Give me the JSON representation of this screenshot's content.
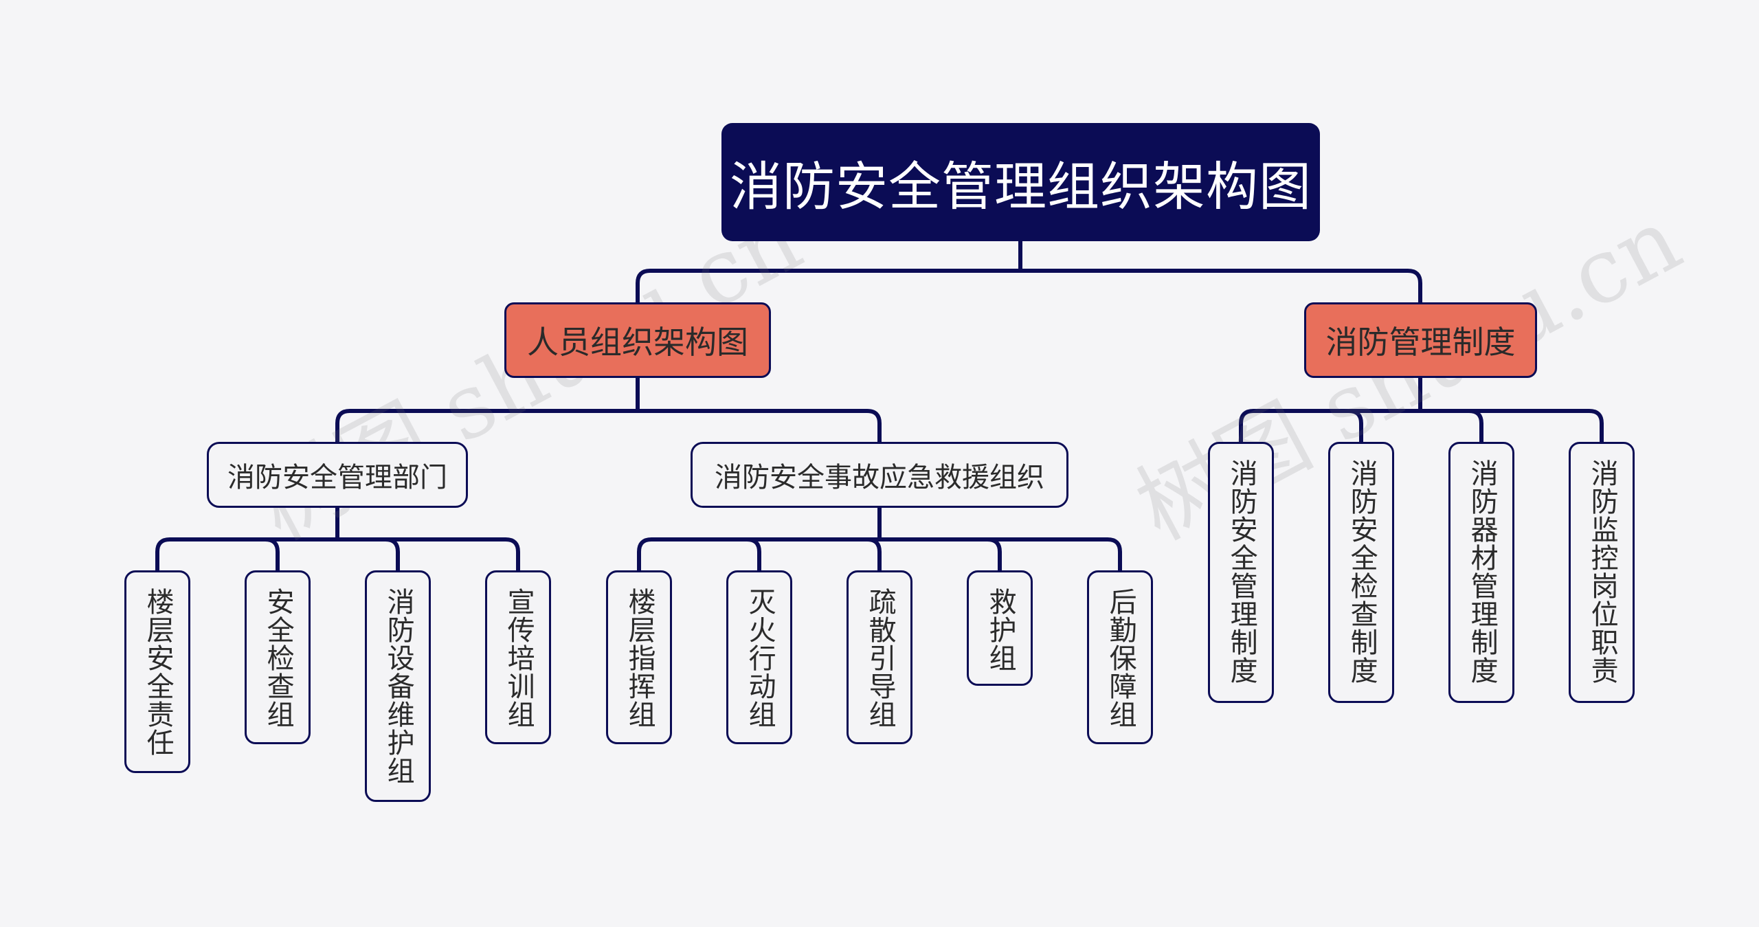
{
  "diagram": {
    "root": "消防安全管理组织架构图",
    "branches": [
      {
        "label": "人员组织架构图",
        "children": [
          {
            "label": "消防安全管理部门",
            "children": [
              "楼层安全责任",
              "安全检查组",
              "消防设备维护组",
              "宣传培训组"
            ]
          },
          {
            "label": "消防安全事故应急救援组织",
            "children": [
              "楼层指挥组",
              "灭火行动组",
              "疏散引导组",
              "救护组",
              "后勤保障组"
            ]
          }
        ]
      },
      {
        "label": "消防管理制度",
        "children": [
          "消防安全管理制度",
          "消防安全检查制度",
          "消防器材管理制度",
          "消防监控岗位职责"
        ]
      }
    ]
  },
  "watermark": "树图 shutu.cn",
  "colors": {
    "root_bg": "#0b0c55",
    "branch_bg": "#e86f5b",
    "connector": "#0b0c55",
    "node_bg": "#f4f4f6"
  }
}
